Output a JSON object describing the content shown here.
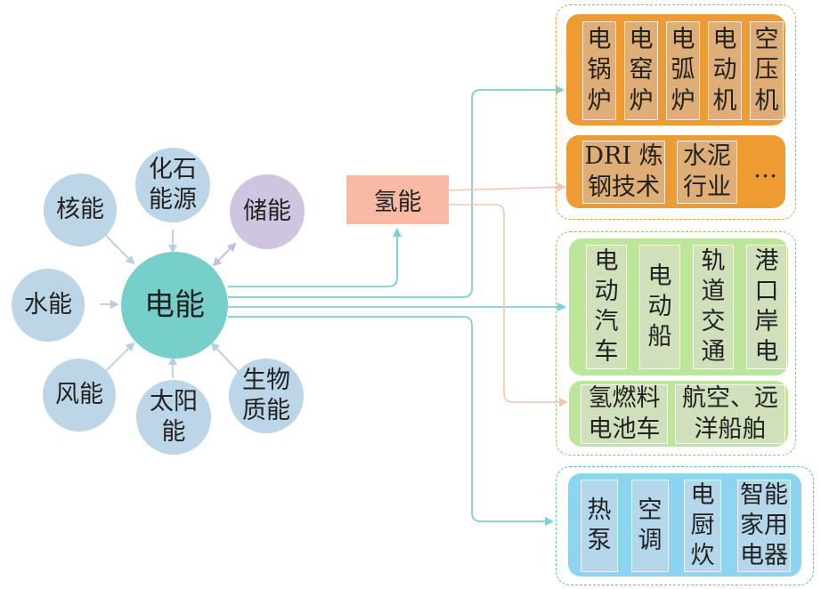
{
  "colors": {
    "source_circle": "#bcd5e7",
    "storage_circle": "#cfc5e0",
    "center_circle": "#76cfc9",
    "hydrogen_box": "#f8b9a5",
    "industry_orange": "#ee9b34",
    "transport_green": "#bde69a",
    "home_blue": "#8dd4f0",
    "teal_arrow": "#7fcfd4",
    "salmon_arrow": "#f3c6b3",
    "grey_arrow": "#b7cde0"
  },
  "center": {
    "label": "电能"
  },
  "sources": [
    {
      "id": "nuclear",
      "label": "核能"
    },
    {
      "id": "fossil",
      "label": "化石\n能源"
    },
    {
      "id": "water",
      "label": "水能"
    },
    {
      "id": "wind",
      "label": "风能"
    },
    {
      "id": "solar",
      "label": "太阳\n能"
    },
    {
      "id": "biomass",
      "label": "生物\n质能"
    }
  ],
  "storage": {
    "label": "储能"
  },
  "hydrogen": {
    "label": "氢能"
  },
  "industry": {
    "row1": [
      "电\n锅\n炉",
      "电\n窑\n炉",
      "电\n弧\n炉",
      "电\n动\n机",
      "空\n压\n机"
    ],
    "row2": [
      "DRI 炼\n钢技术",
      "水泥\n行业"
    ],
    "row2_more": "…"
  },
  "transport": {
    "row1": [
      "电\n动\n汽\n车",
      "电\n动\n船",
      "轨\n道\n交\n通",
      "港\n口\n岸\n电"
    ],
    "row2": [
      "氢燃料\n电池车",
      "航空、远\n洋船舶"
    ]
  },
  "home": {
    "tiles": [
      "热\n泵",
      "空\n调",
      "电\n厨\n炊",
      "智能\n家用\n电器"
    ]
  }
}
